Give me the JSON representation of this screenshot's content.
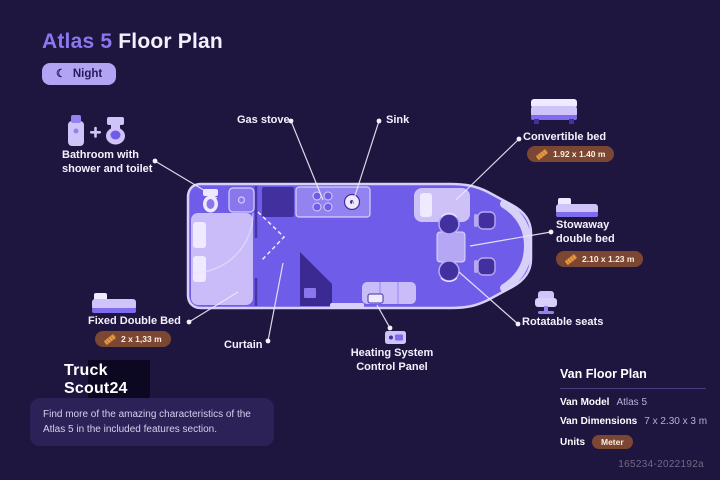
{
  "colors": {
    "background": "#1f1640",
    "accent": "#8b78f0",
    "night_pill_bg": "#b2a4f2",
    "dimension_badge_bg": "#7b4733",
    "note_panel_bg": "#2d2257",
    "van_fill": "#6f5ce8"
  },
  "header": {
    "title_accent": "Atlas 5",
    "title_rest": "Floor Plan",
    "night_toggle": {
      "icon": "moon-icon",
      "icon_glyph": "☾",
      "label": "Night"
    }
  },
  "callouts": {
    "bathroom": {
      "label": "Bathroom with shower and toilet"
    },
    "gas_stove": {
      "label": "Gas stove"
    },
    "sink": {
      "label": "Sink"
    },
    "convertible_bed": {
      "label": "Convertible bed",
      "dimensions": "1.92 x 1.40 m"
    },
    "stowaway_bed": {
      "label": "Stowaway double bed",
      "dimensions": "2.10 x 1.23 m"
    },
    "rotatable_seats": {
      "label": "Rotatable seats"
    },
    "fixed_double_bed": {
      "label": "Fixed Double Bed",
      "dimensions": "2 x 1,33 m"
    },
    "curtain": {
      "label": "Curtain"
    },
    "heating_panel": {
      "label": "Heating System Control Panel"
    }
  },
  "logo": {
    "line1": "Truck",
    "line2": "Scout24"
  },
  "note": "Find more of the amazing characteristics of the Atlas 5 in the included features section.",
  "specs": {
    "title": "Van Floor Plan",
    "rows": [
      {
        "label": "Van Model",
        "value": "Atlas 5"
      },
      {
        "label": "Van Dimensions",
        "value": "7 x 2.30 x 3 m"
      },
      {
        "label": "Units",
        "value": "Meter"
      }
    ]
  },
  "watermark": "165234-2022192a"
}
